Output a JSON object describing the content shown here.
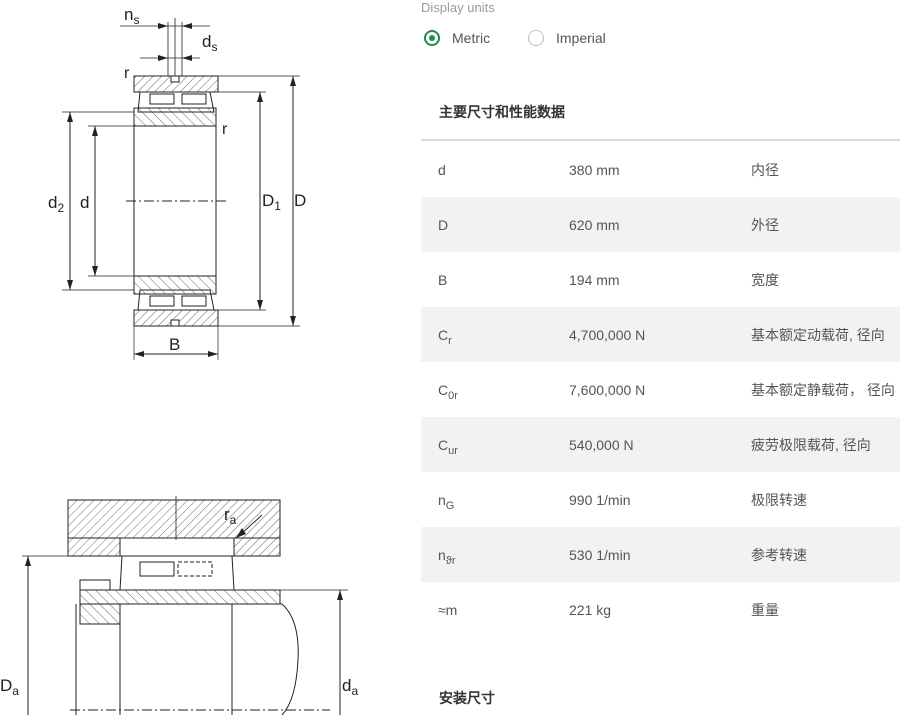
{
  "display_units": {
    "label": "Display units",
    "options": [
      {
        "label": "Metric",
        "selected": true
      },
      {
        "label": "Imperial",
        "selected": false
      }
    ],
    "accent_color": "#1e8b4a"
  },
  "main_dimensions": {
    "title": "主要尺寸和性能数据",
    "rows": [
      {
        "symbol": "d",
        "sub": "",
        "value": "380 mm",
        "description": "内径"
      },
      {
        "symbol": "D",
        "sub": "",
        "value": "620 mm",
        "description": "外径"
      },
      {
        "symbol": "B",
        "sub": "",
        "value": "194 mm",
        "description": "宽度"
      },
      {
        "symbol": "C",
        "sub": "r",
        "value": "4,700,000 N",
        "description": "基本额定动载荷, 径向"
      },
      {
        "symbol": "C",
        "sub": "0r",
        "value": "7,600,000 N",
        "description": "基本额定静载荷， 径向"
      },
      {
        "symbol": "C",
        "sub": "ur",
        "value": "540,000 N",
        "description": "疲劳极限载荷, 径向"
      },
      {
        "symbol": "n",
        "sub": "G",
        "value": "990 1/min",
        "description": "极限转速"
      },
      {
        "symbol": "n",
        "sub": "ϑr",
        "value": "530 1/min",
        "description": "参考转速"
      },
      {
        "symbol": "≈m",
        "sub": "",
        "value": "221 kg",
        "description": "重量"
      }
    ]
  },
  "mounting_dimensions": {
    "title": "安装尺寸"
  },
  "drawing_labels": {
    "ns_main": "n",
    "ns_sub": "s",
    "ds_main": "d",
    "ds_sub": "s",
    "r": "r",
    "d2_main": "d",
    "d2_sub": "2",
    "d": "d",
    "D1_main": "D",
    "D1_sub": "1",
    "D": "D",
    "B": "B",
    "ra_main": "r",
    "ra_sub": "a",
    "Da_main": "D",
    "Da_sub": "a",
    "da_main": "d",
    "da_sub": "a"
  }
}
